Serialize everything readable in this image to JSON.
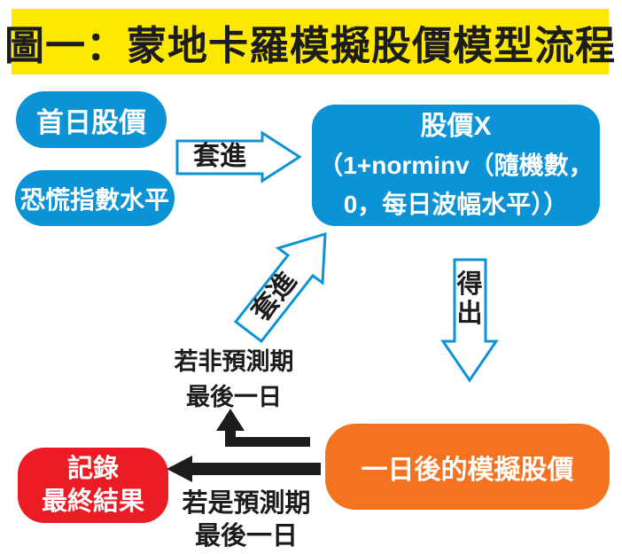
{
  "title": "圖一：蒙地卡羅模擬股價模型流程",
  "colors": {
    "blue": "#0C93D5",
    "yellow": "#FDE800",
    "red": "#EC1C24",
    "orange": "#F37321",
    "ink": "#1C1C1C"
  },
  "boxes": {
    "first_day_price": {
      "label": "首日股價"
    },
    "panic_index": {
      "label": "恐慌指數水平"
    },
    "formula": {
      "line1": "股價X",
      "line2": "（1+norminv（隨機數，",
      "line3": "0，每日波幅水平））"
    },
    "simulated_price": {
      "label": "一日後的模擬股價"
    },
    "record_result": {
      "line1": "記錄",
      "line2": "最終結果"
    }
  },
  "arrows": {
    "plug_in_right": "套進",
    "plug_in_diagonal": "套進",
    "derive": "得出"
  },
  "conditions": {
    "not_last_day": {
      "line1": "若非預測期",
      "line2": "最後一日"
    },
    "last_day": {
      "line1": "若是預測期",
      "line2": "最後一日"
    }
  }
}
